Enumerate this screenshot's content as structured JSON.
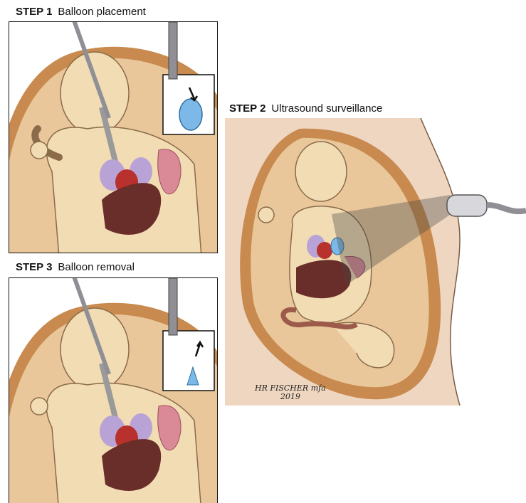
{
  "step1": {
    "step_label": "STEP 1",
    "caption": "Balloon placement"
  },
  "step2": {
    "step_label": "STEP 2",
    "caption": "Ultrasound surveillance"
  },
  "step3": {
    "step_label": "STEP 3",
    "caption": "Balloon removal"
  },
  "signature": {
    "name": "HR FISCHER mfa",
    "year": "2019"
  },
  "colors": {
    "skin": "#f2dcb3",
    "uterus_wall": "#c88a4e",
    "uterus_inner": "#e9c79a",
    "liver": "#6a2e2a",
    "heart": "#b8312c",
    "lung": "#b9a3d6",
    "bowel": "#d98a96",
    "balloon": "#7db9e8",
    "instrument": "#8f8f95",
    "abdomen_bg": "#efd6c0"
  }
}
